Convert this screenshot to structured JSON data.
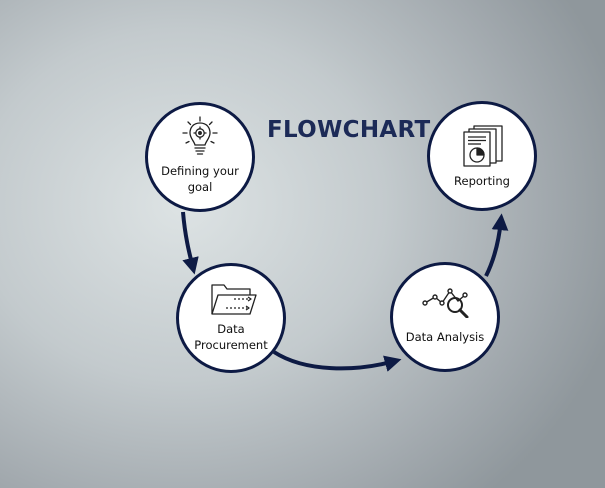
{
  "title": "FLOWCHART",
  "colors": {
    "accent": "#1c2a57",
    "stroke": "#0d1a44"
  },
  "steps": [
    {
      "label": "Defining your\ngoal",
      "icon": "lightbulb-icon"
    },
    {
      "label": "Data\nProcurement",
      "icon": "folder-data-icon"
    },
    {
      "label": "Data Analysis",
      "icon": "magnifier-chart-icon"
    },
    {
      "label": "Reporting",
      "icon": "report-documents-icon"
    }
  ]
}
